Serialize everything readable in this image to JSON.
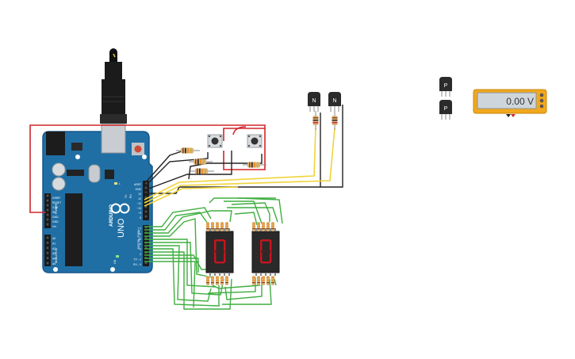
{
  "board": {
    "brand": "ARDUINO",
    "model": "UNO",
    "header_power": [
      "IOREF",
      "RESET",
      "3.3V",
      "5V",
      "GND",
      "GND",
      "Vin"
    ],
    "header_analog": [
      "A0",
      "A1",
      "A2",
      "A3",
      "A4",
      "A5"
    ],
    "header_digital_top": [
      "AREF",
      "GND",
      "13",
      "12",
      "~11",
      "~10",
      "~9",
      "8"
    ],
    "header_digital_bottom": [
      "7",
      "~6",
      "~5",
      "4",
      "~3",
      "2",
      "TX→1",
      "RX←0"
    ],
    "power_label": "POWER",
    "analog_label": "ANALOG IN",
    "digital_label": "DIGITAL (PWM~)",
    "on_label": "ON",
    "l_label": "L",
    "tx_label": "TX",
    "rx_label": "RX"
  },
  "transistors": [
    {
      "type": "N"
    },
    {
      "type": "N"
    },
    {
      "type": "P"
    },
    {
      "type": "P"
    }
  ],
  "multimeter": {
    "reading": "0.00 V"
  },
  "displays": [
    {
      "digit": "0"
    },
    {
      "digit": "0"
    }
  ],
  "colors": {
    "board": "#1f6fa5",
    "board_edge": "#17578a",
    "wire_red": "#d1262b",
    "wire_black": "#222222",
    "wire_yellow": "#f0d43a",
    "wire_green": "#3fae3f",
    "segment_red": "#c8141e",
    "multimeter_body": "#f2a81d",
    "multimeter_screen": "#cfd6db"
  }
}
